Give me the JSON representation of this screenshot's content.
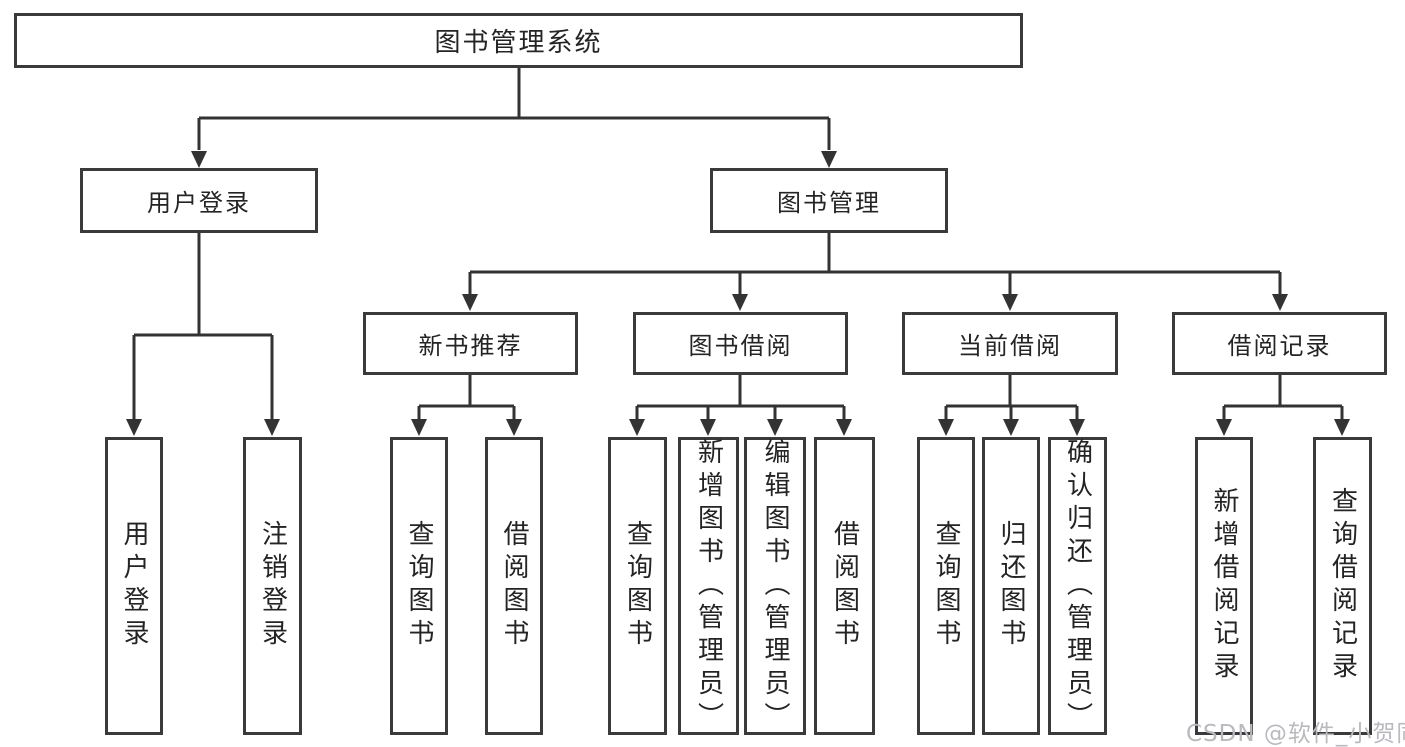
{
  "tree": {
    "root": {
      "label": "图书管理系统",
      "children": [
        {
          "label": "用户登录",
          "children": [
            {
              "label": "用户登录"
            },
            {
              "label": "注销登录"
            }
          ]
        },
        {
          "label": "图书管理",
          "children": [
            {
              "label": "新书推荐",
              "children": [
                {
                  "label": "查询图书"
                },
                {
                  "label": "借阅图书"
                }
              ]
            },
            {
              "label": "图书借阅",
              "children": [
                {
                  "label": "查询图书"
                },
                {
                  "label": "新增图书（管理员）"
                },
                {
                  "label": "编辑图书（管理员）"
                },
                {
                  "label": "借阅图书"
                }
              ]
            },
            {
              "label": "当前借阅",
              "children": [
                {
                  "label": "查询图书"
                },
                {
                  "label": "归还图书"
                },
                {
                  "label": "确认归还（管理员）"
                }
              ]
            },
            {
              "label": "借阅记录",
              "children": [
                {
                  "label": "新增借阅记录"
                },
                {
                  "label": "查询借阅记录"
                }
              ]
            }
          ]
        }
      ]
    }
  },
  "watermark": {
    "text": "CSDN @软件_小贺同学"
  },
  "colors": {
    "background": "#ffffff",
    "node_border": "#3a3a3a",
    "node_text": "#242424",
    "connector": "#333333",
    "watermark": "#b9b9c0"
  }
}
